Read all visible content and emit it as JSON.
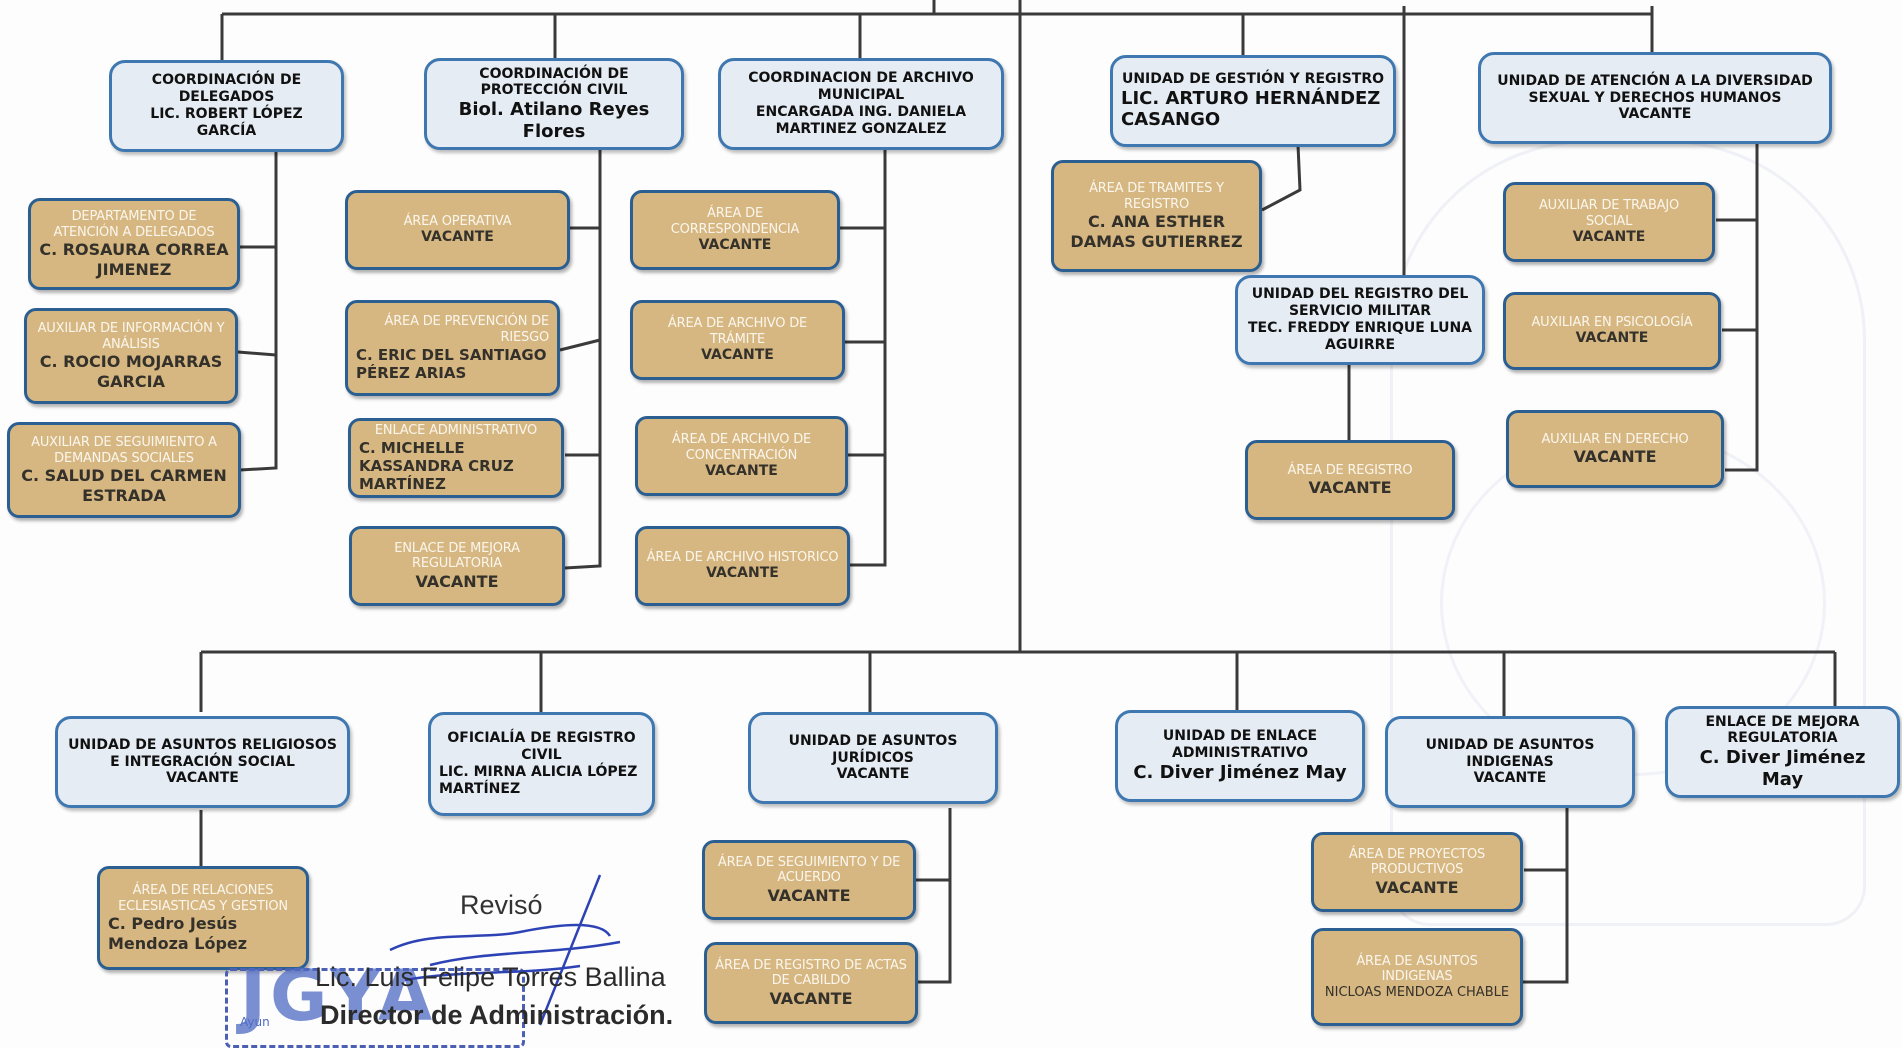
{
  "nodes": {
    "coord_delegados": {
      "l1": "COORDINACIÓN DE DELEGADOS",
      "l2": "LIC. ROBERT LÓPEZ GARCÍA"
    },
    "coord_proteccion": {
      "l1": "COORDINACIÓN DE PROTECCIÓN CIVIL",
      "l2": "Biol. Atilano Reyes Flores"
    },
    "coord_archivo": {
      "l1": "COORDINACION DE ARCHIVO MUNICIPAL",
      "l2": "ENCARGADA  ING. DANIELA MARTINEZ GONZALEZ"
    },
    "unidad_gestion": {
      "l1": "UNIDAD DE GESTIÓN Y REGISTRO",
      "l2": "LIC. ARTURO HERNÁNDEZ CASANGO"
    },
    "unidad_diversidad": {
      "l1": "UNIDAD DE ATENCIÓN A LA DIVERSIDAD SEXUAL Y DERECHOS HUMANOS",
      "l2": "VACANTE"
    },
    "depto_delegados": {
      "l1": "DEPARTAMENTO DE ATENCIÓN A DELEGADOS",
      "l2": "C. ROSAURA CORREA JIMENEZ"
    },
    "aux_informacion": {
      "l1": "AUXILIAR DE INFORMACIÓN Y ANÁLISIS",
      "l2": "C. ROCIO MOJARRAS GARCIA"
    },
    "aux_seguimiento": {
      "l1": "AUXILIAR DE SEGUIMIENTO A DEMANDAS SOCIALES",
      "l2": "C. SALUD DEL CARMEN ESTRADA"
    },
    "area_operativa": {
      "l1": "ÁREA OPERATIVA",
      "l2": "VACANTE"
    },
    "area_prevencion": {
      "l1": "ÁREA DE PREVENCIÓN DE RIESGO",
      "l2": "C. ERIC DEL SANTIAGO PÉREZ ARIAS"
    },
    "enlace_admin": {
      "l1": "ENLACE ADMINISTRATIVO",
      "l2": "C. MICHELLE KASSANDRA CRUZ MARTÍNEZ"
    },
    "enlace_mejora1": {
      "l1": "ENLACE DE MEJORA REGULATORIA",
      "l2": "VACANTE"
    },
    "area_correspondencia": {
      "l1": "ÁREA DE CORRESPONDENCIA",
      "l2": "VACANTE"
    },
    "area_tramite": {
      "l1": "ÁREA DE ARCHIVO DE TRÁMITE",
      "l2": "VACANTE"
    },
    "area_concentracion": {
      "l1": "ÁREA DE ARCHIVO DE CONCENTRACIÓN",
      "l2": "VACANTE"
    },
    "area_historico": {
      "l1": "ÁREA DE ARCHIVO HISTORICO",
      "l2": "VACANTE"
    },
    "area_tramites_registro": {
      "l1": "ÁREA DE TRAMITES Y REGISTRO",
      "l2": "C. ANA ESTHER DAMAS GUTIERREZ"
    },
    "unidad_militar": {
      "l1": "UNIDAD DEL REGISTRO DEL SERVICIO MILITAR",
      "l2": "TEC. FREDDY ENRIQUE LUNA AGUIRRE"
    },
    "area_registro": {
      "l1": "ÁREA DE REGISTRO",
      "l2": "VACANTE"
    },
    "aux_trabajo_social": {
      "l1": "AUXILIAR DE TRABAJO SOCIAL",
      "l2": "VACANTE"
    },
    "aux_psicologia": {
      "l1": "AUXILIAR EN PSICOLOGÍA",
      "l2": "VACANTE"
    },
    "aux_derecho": {
      "l1": "AUXILIAR EN DERECHO",
      "l2": "VACANTE"
    },
    "unidad_religiosos": {
      "l1": "UNIDAD DE ASUNTOS RELIGIOSOS E INTEGRACIÓN SOCIAL",
      "l2": "VACANTE"
    },
    "oficialia": {
      "l1": "OFICIALÍA DE REGISTRO CIVIL",
      "l2": "LIC. MIRNA ALICIA LÓPEZ MARTÍNEZ"
    },
    "unidad_juridicos": {
      "l1": "UNIDAD DE ASUNTOS JURÍDICOS",
      "l2": "VACANTE"
    },
    "unidad_enlace_admin": {
      "l1": "UNIDAD DE ENLACE ADMINISTRATIVO",
      "l2": "C. Diver Jiménez May"
    },
    "unidad_indigenas": {
      "l1": "UNIDAD DE ASUNTOS INDIGENAS",
      "l2": "VACANTE"
    },
    "enlace_mejora2": {
      "l1": "ENLACE DE MEJORA REGULATORIA",
      "l2": "C. Diver Jiménez May"
    },
    "area_relaciones": {
      "l1": "ÁREA DE RELACIONES ECLESIASTICAS Y GESTION",
      "l2": "C. Pedro Jesús Mendoza López"
    },
    "area_seguimiento_acuerdo": {
      "l1": "ÁREA DE SEGUIMIENTO Y DE ACUERDO",
      "l2": "VACANTE"
    },
    "area_actas_cabildo": {
      "l1": "ÁREA DE REGISTRO DE ACTAS DE CABILDO",
      "l2": "VACANTE"
    },
    "area_proyectos": {
      "l1": "ÁREA DE  PROYECTOS PRODUCTIVOS",
      "l2": "VACANTE"
    },
    "area_asuntos_indigenas": {
      "l1": "ÁREA DE ASUNTOS INDIGENAS",
      "l2": "NICLOAS MENDOZA CHABLE"
    }
  },
  "signature": {
    "label": "Revisó",
    "name": "Lic. Luis Felipe Torres Ballina",
    "title": "Director de Administración.",
    "stamp_text": "JGYA",
    "stamp_sub": "Ayun"
  },
  "colors": {
    "line": "#3a3a3a",
    "blue_fill": "#e5ecf4",
    "blue_border": "#3f78b0",
    "tan_fill": "#d6b782",
    "tan_border": "#2c5f91"
  }
}
